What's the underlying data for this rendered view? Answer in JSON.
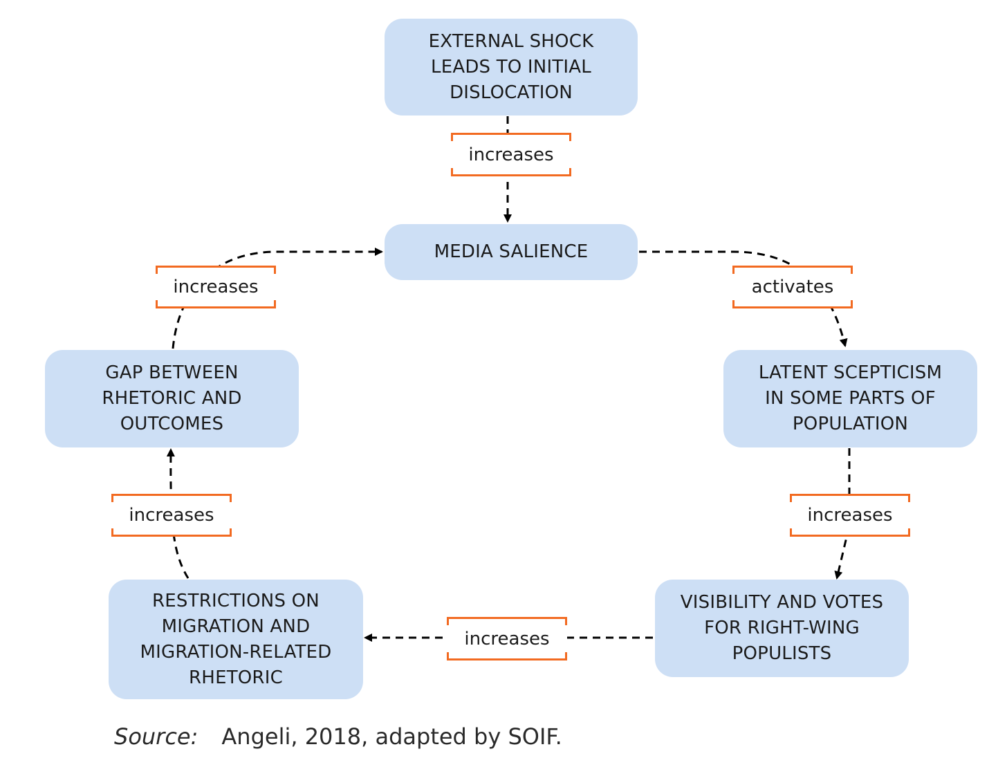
{
  "nodes": {
    "external_shock": "EXTERNAL SHOCK\nLEADS TO INITIAL\nDISLOCATION",
    "media_salience": "MEDIA SALIENCE",
    "latent_scepticism": "LATENT SCEPTICISM\nIN SOME PARTS OF\nPOPULATION",
    "visibility_votes": "VISIBILITY AND VOTES\nFOR RIGHT-WING\nPOPULISTS",
    "restrictions": "RESTRICTIONS ON\nMIGRATION AND\nMIGRATION-RELATED\nRHETORIC",
    "gap": "GAP BETWEEN\nRHETORIC AND\nOUTCOMES"
  },
  "edges": {
    "shock_to_media": "increases",
    "media_to_latent": "activates",
    "latent_to_visibility": "increases",
    "visibility_to_restrictions": "increases",
    "restrictions_to_gap": "increases",
    "gap_to_media": "increases"
  },
  "source": {
    "label": "Source:",
    "text": "Angeli, 2018, adapted by SOIF."
  },
  "colors": {
    "node_fill": "#cddff5",
    "label_border": "#f26a21",
    "connector": "#000000"
  }
}
